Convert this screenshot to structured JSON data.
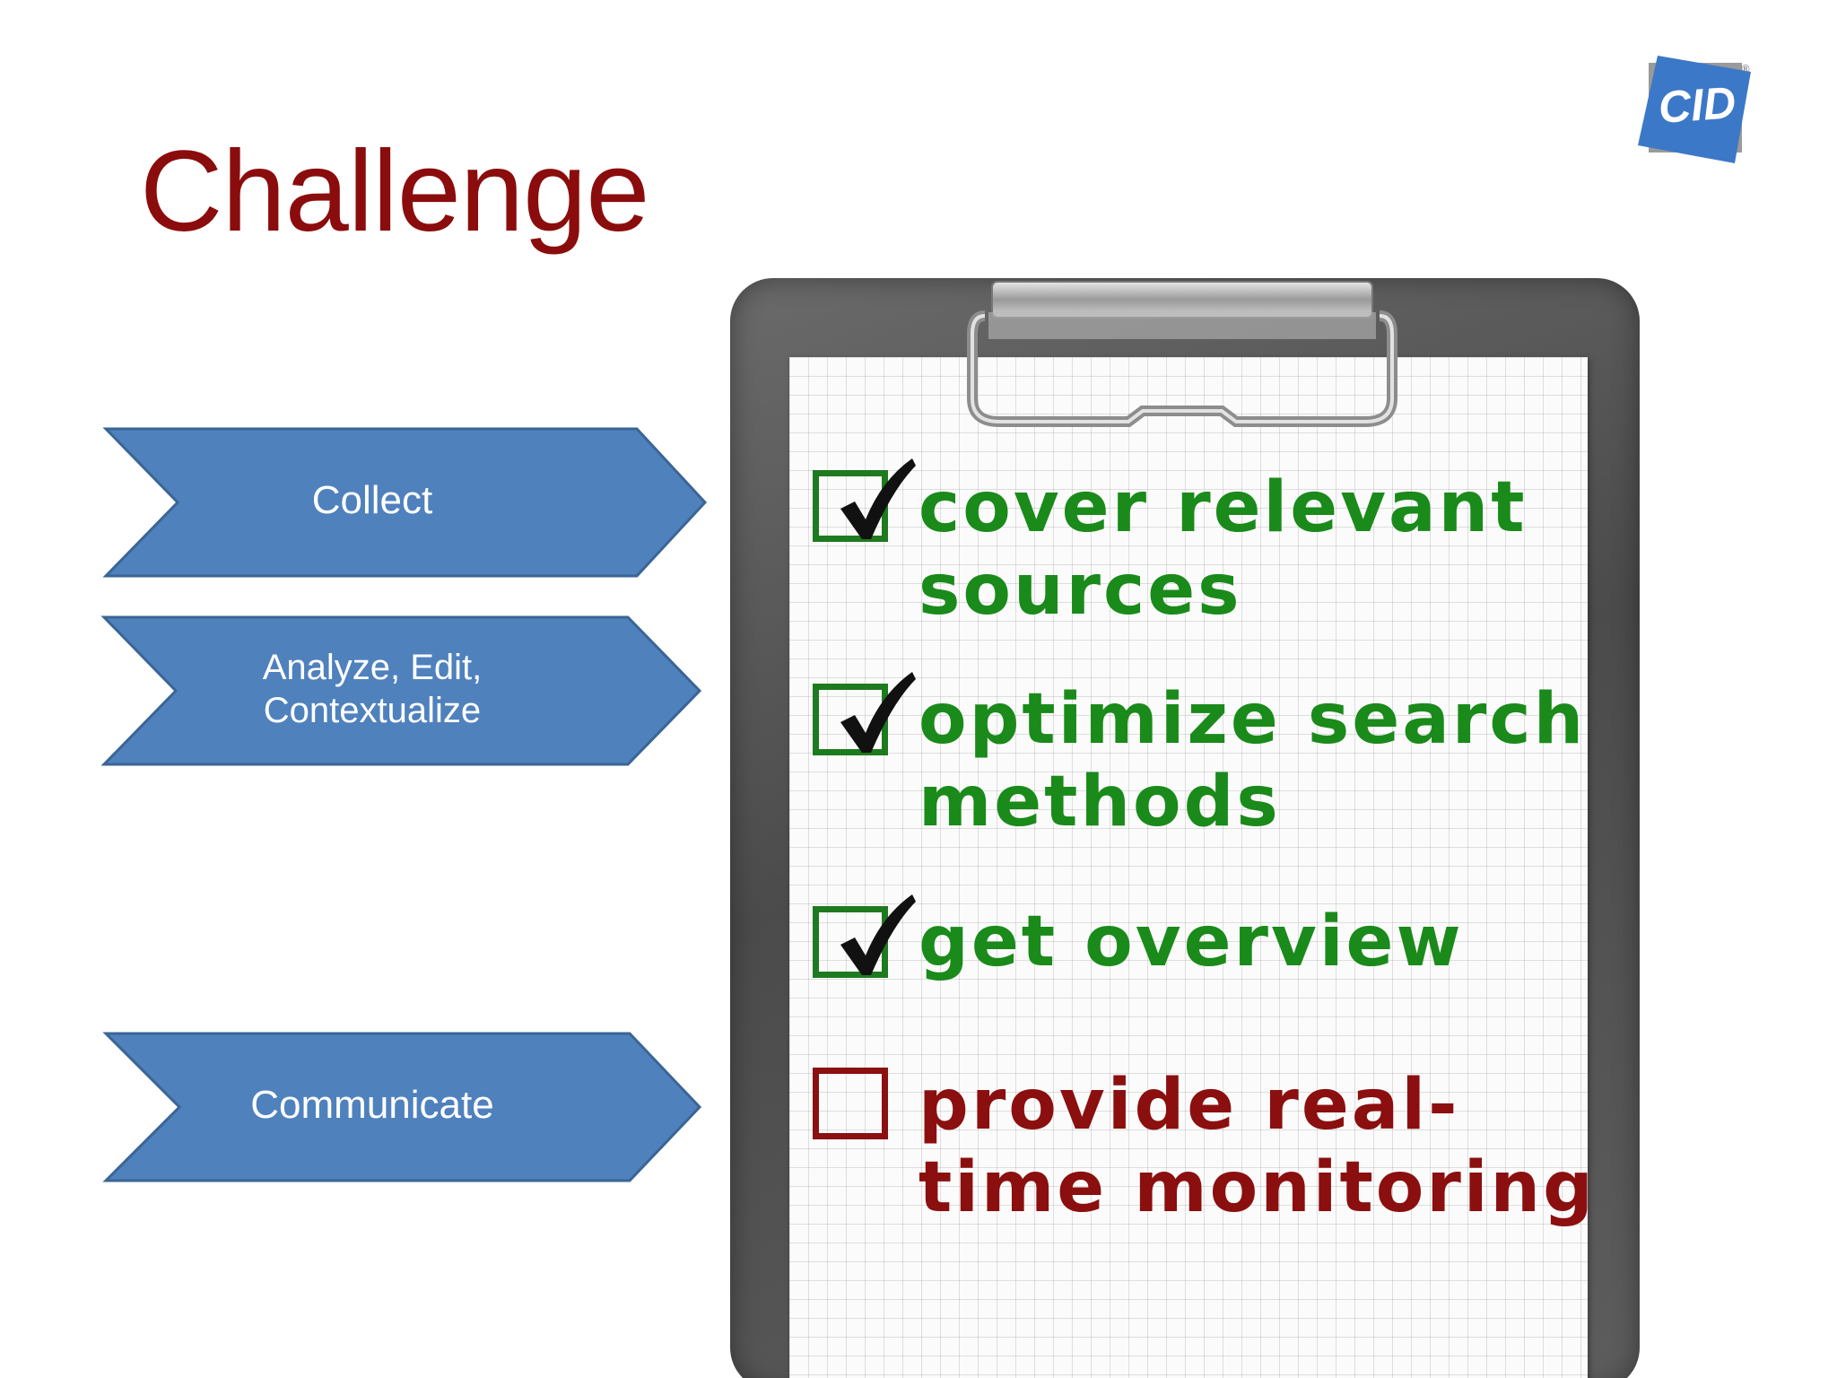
{
  "slide": {
    "title": "Challenge",
    "logo_text": "CID",
    "logo_mark": "®"
  },
  "arrows": [
    {
      "label": "Collect"
    },
    {
      "label": "Analyze, Edit,\nContextualize"
    },
    {
      "label": "Communicate"
    }
  ],
  "checklist": [
    {
      "text": "cover relevant\nsources",
      "checked": true
    },
    {
      "text": "optimize search\nmethods",
      "checked": true
    },
    {
      "text": "get overview",
      "checked": true
    },
    {
      "text": "provide real-\ntime monitoring",
      "checked": false
    }
  ],
  "colors": {
    "title": "#8b0c0c",
    "arrow_fill": "#4f81bd",
    "arrow_stroke": "#3a6595",
    "checked_green": "#1a8a1a",
    "unchecked_red": "#8b0f0f",
    "logo_blue": "#3c78c8"
  }
}
